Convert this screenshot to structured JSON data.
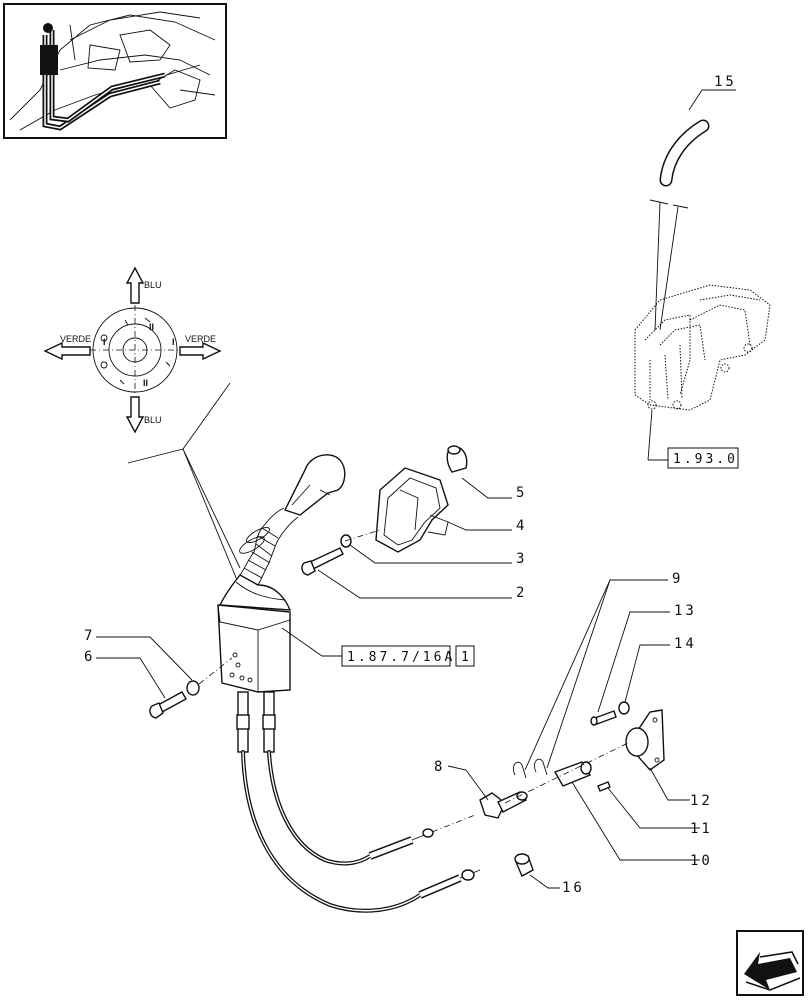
{
  "labels": {
    "blu_top": "BLU",
    "blu_bottom": "BLU",
    "verde_left": "VERDE",
    "verde_right": "VERDE",
    "pos_1_left": "I",
    "pos_1_right": "I",
    "pos_2_top": "II",
    "pos_2_bottom": "II"
  },
  "callouts": {
    "c1": "1",
    "c2": "2",
    "c3": "3",
    "c4": "4",
    "c5": "5",
    "c6": "6",
    "c7": "7",
    "c8": "8",
    "c9": "9",
    "c10": "10",
    "c11": "11",
    "c12": "12",
    "c13": "13",
    "c14": "14",
    "c15": "15",
    "c16": "16"
  },
  "references": {
    "ref_joystick": "1.87.7/16A",
    "ref_joystick_item": "1",
    "ref_console": "1.93.0"
  },
  "icons": {
    "thumbnail": "tractor-cab-thumbnail",
    "nav": "next-page-arrow-icon"
  }
}
